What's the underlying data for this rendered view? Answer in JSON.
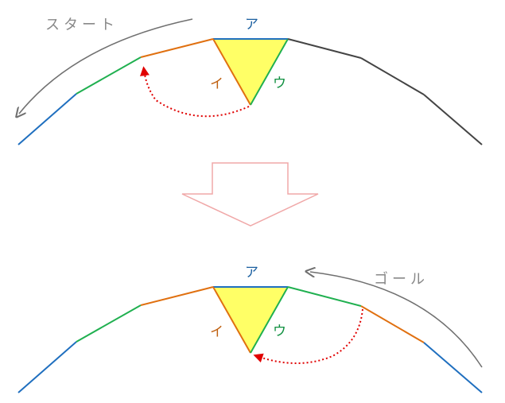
{
  "top_panel": {
    "arrow_label": "スタート",
    "labels": {
      "a": "ア",
      "i": "イ",
      "u": "ウ"
    }
  },
  "bottom_panel": {
    "arrow_label": "ゴール",
    "labels": {
      "a": "ア",
      "i": "イ",
      "u": "ウ"
    }
  },
  "colors": {
    "blue": "#1f6fbf",
    "green": "#20b050",
    "orange": "#e07010",
    "dark": "#444444",
    "triangle_fill": "#ffff66",
    "curved_arrow": "#707070",
    "dotted_arrow": "#e00000",
    "big_arrow_outline": "#f0a8a8",
    "label_a": "#1a5fa0",
    "label_i": "#c06010",
    "label_u": "#109040"
  }
}
